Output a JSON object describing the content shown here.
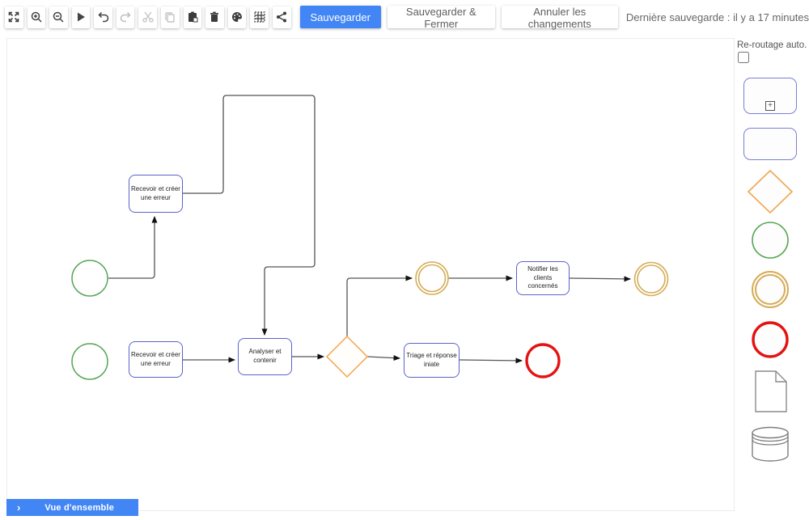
{
  "toolbar": {
    "icons": [
      "fit-screen",
      "zoom-in",
      "zoom-out",
      "play",
      "undo",
      "redo",
      "cut",
      "copy",
      "paste",
      "delete",
      "palette",
      "grid",
      "share"
    ],
    "save_label": "Sauvegarder",
    "save_close_label": "Sauvegarder & Fermer",
    "undo_changes_label": "Annuler les changements",
    "last_save_text": "Dernière sauvegarde : il y a 17 minutes"
  },
  "palette": {
    "auto_reroute_label": "Re-routage auto.",
    "auto_reroute_checked": false,
    "items": [
      "subprocess",
      "task",
      "gateway-diamond",
      "start-event-green",
      "intermediate-event-yellow",
      "end-event-red",
      "document",
      "data-store"
    ]
  },
  "canvas": {
    "nodes": {
      "receive_top": {
        "label": "Recevoir et créer une erreur"
      },
      "receive_bottom": {
        "label": "Recevoir et créer une erreur"
      },
      "analyze": {
        "label": "Analyser et contenir"
      },
      "triage": {
        "label": "Triage et réponse iniate"
      },
      "notify": {
        "label": "Notifier les clients concernés"
      }
    }
  },
  "overview": {
    "label": "Vue d'ensemble",
    "chevron": "›"
  },
  "colors": {
    "accent_blue": "#4285f4",
    "node_border": "#5a63c8",
    "start_green": "#58a758",
    "intermediate_yellow": "#d5ac55",
    "end_red": "#e41212",
    "gateway_orange": "#f2a44e"
  }
}
